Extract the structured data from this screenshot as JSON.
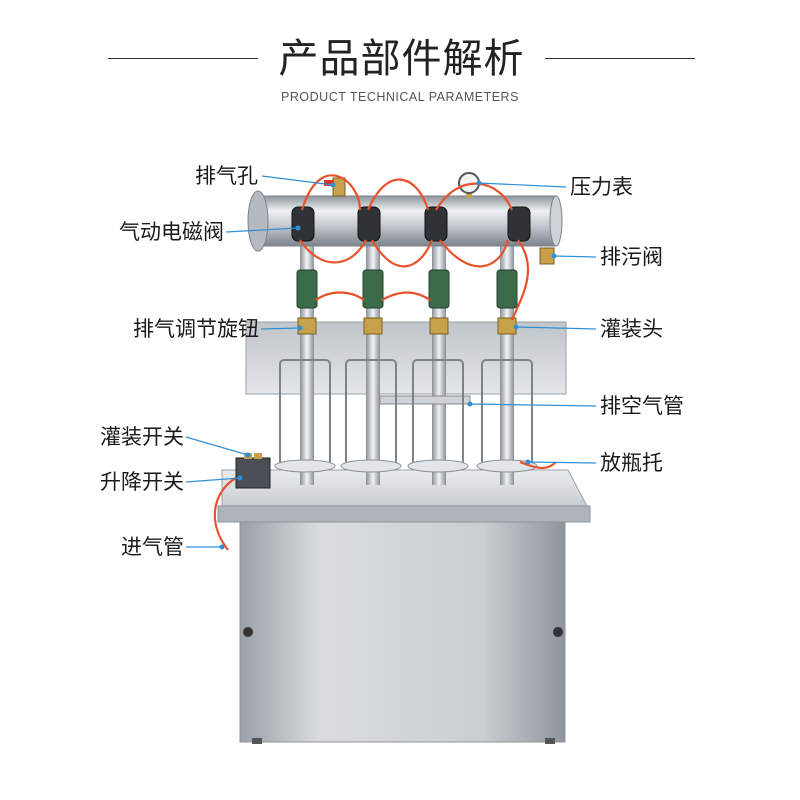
{
  "title": "产品部件解析",
  "subtitle": "PRODUCT TECHNICAL PARAMETERS",
  "colors": {
    "leader_line": "#2f8fd6",
    "air_hose": "#e8512a",
    "steel": "#b9bfc6"
  },
  "labels_left": [
    "排气孔",
    "气动电磁阀",
    "排气调节旋钮",
    "灌装开关",
    "升降开关",
    "进气管"
  ],
  "labels_right": [
    "压力表",
    "排污阀",
    "灌装头",
    "排空气管",
    "放瓶托"
  ]
}
